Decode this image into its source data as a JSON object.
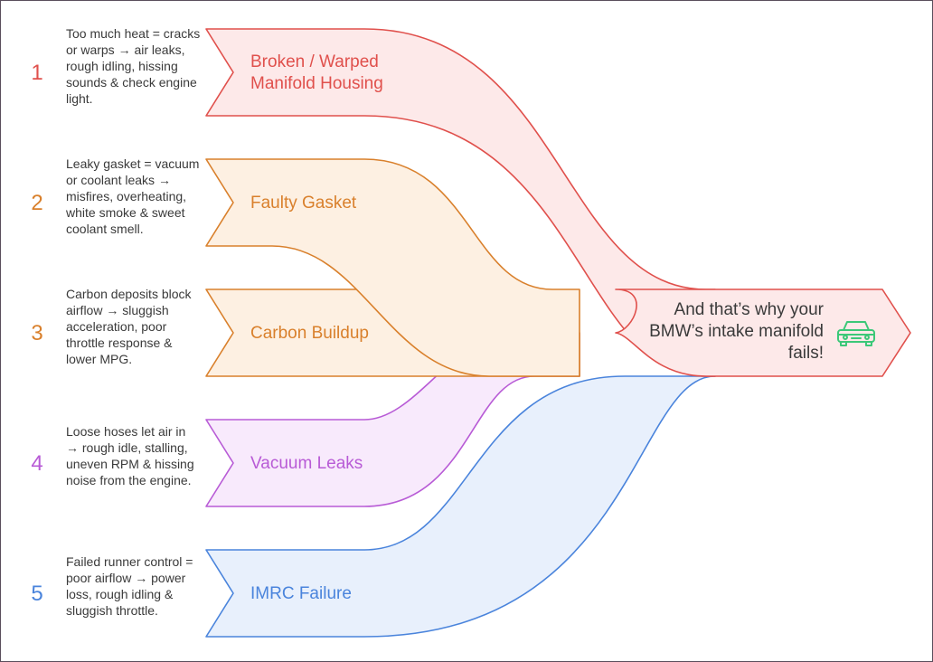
{
  "causes": [
    {
      "number": "1",
      "description": "Too much heat = cracks or warps → air leaks, rough idling, hissing sounds & check engine light.",
      "label_line1": "Broken / Warped",
      "label_line2": "Manifold Housing",
      "stroke": "#e0504c",
      "fill": "#fde9e9"
    },
    {
      "number": "2",
      "description": "Leaky gasket = vacuum or coolant leaks → misfires, overheating, white smoke & sweet coolant smell.",
      "label_line1": "Faulty Gasket",
      "stroke": "#d9802c",
      "fill": "#fdf0e2"
    },
    {
      "number": "3",
      "description": "Carbon deposits block airflow → sluggish acceleration, poor throttle response & lower MPG.",
      "label_line1": "Carbon Buildup",
      "stroke": "#d9802c",
      "fill": "#fdf0e2"
    },
    {
      "number": "4",
      "description": "Loose hoses let air in → rough idle, stalling, uneven RPM & hissing noise from the engine.",
      "label_line1": "Vacuum Leaks",
      "stroke": "#b85bd6",
      "fill": "#f8eafc"
    },
    {
      "number": "5",
      "description": "Failed runner control = poor airflow → power loss, rough idling & sluggish throttle.",
      "label_line1": "IMRC Failure",
      "stroke": "#4a84dc",
      "fill": "#e8f0fc"
    }
  ],
  "outcome": {
    "text": "And that’s why your BMW’s intake manifold fails!",
    "icon": "car-icon",
    "stroke": "#e0504c",
    "fill": "#fde9e9",
    "icon_color": "#3cc878"
  }
}
